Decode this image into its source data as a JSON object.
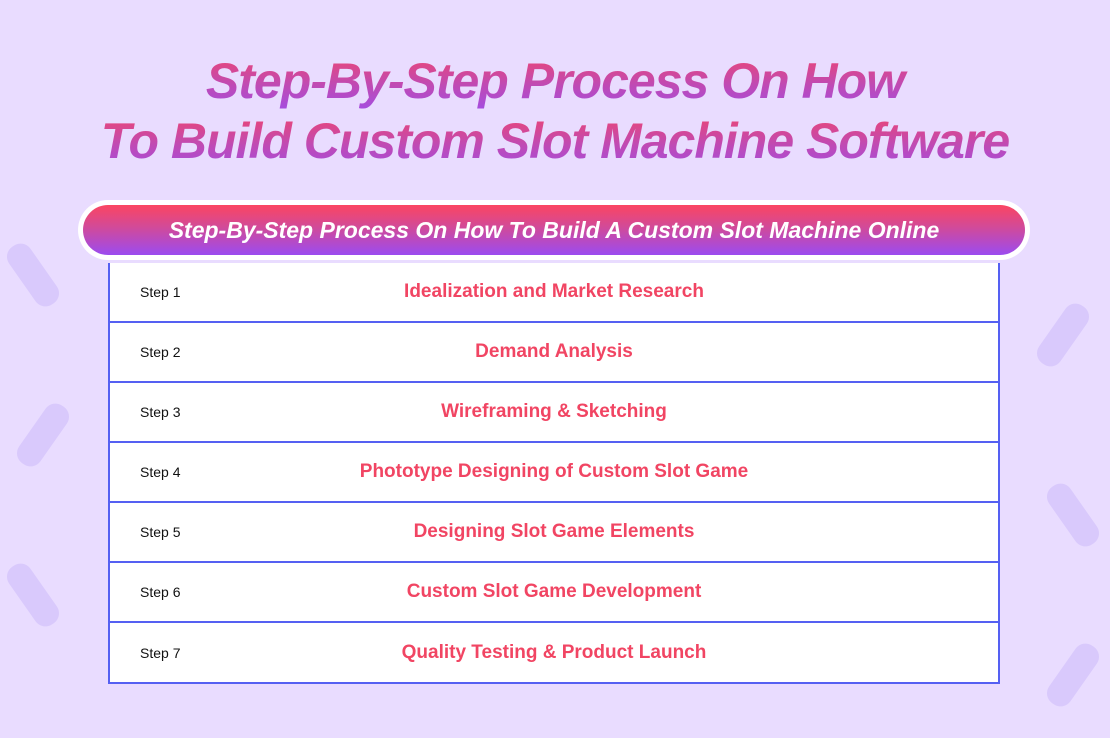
{
  "title_line1": "Step-By-Step Process On How",
  "title_line2": "To Build Custom Slot Machine Software",
  "banner": "Step-By-Step Process On How To Build A Custom Slot Machine Online",
  "steps": [
    {
      "step": "Step 1",
      "label": "Idealization and Market Research"
    },
    {
      "step": "Step 2",
      "label": "Demand Analysis"
    },
    {
      "step": "Step 3",
      "label": "Wireframing & Sketching"
    },
    {
      "step": "Step 4",
      "label": "Phototype Designing of Custom Slot Game"
    },
    {
      "step": "Step 5",
      "label": "Designing Slot Game Elements"
    },
    {
      "step": "Step 6",
      "label": "Custom Slot Game Development"
    },
    {
      "step": "Step 7",
      "label": "Quality Testing & Product Launch"
    }
  ]
}
